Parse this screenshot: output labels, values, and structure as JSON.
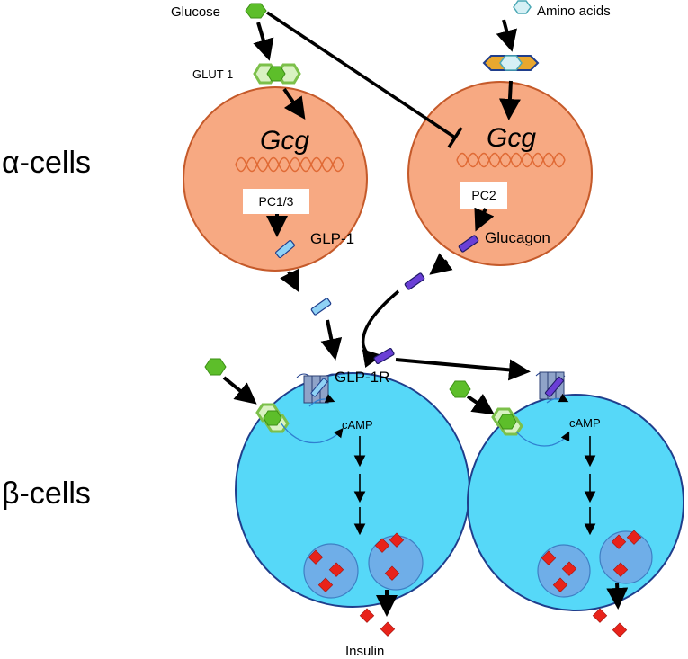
{
  "row_labels": {
    "alpha": "α-cells",
    "beta": "β-cells"
  },
  "inputs": {
    "glucose": "Glucose",
    "amino_acids": "Amino acids",
    "glut1": "GLUT 1"
  },
  "alpha_left": {
    "gene": "Gcg",
    "enzyme": "PC1/3",
    "product": "GLP-1"
  },
  "alpha_right": {
    "gene": "Gcg",
    "enzyme": "PC2",
    "product": "Glucagon"
  },
  "beta_left": {
    "receptor": "GLP-1R",
    "messenger": "cAMP"
  },
  "beta_right": {
    "messenger": "cAMP"
  },
  "output": {
    "insulin": "Insulin"
  },
  "colors": {
    "alpha_cell_fill": "#F7A982",
    "alpha_cell_stroke": "#C55A2A",
    "beta_cell_fill": "#56D8F8",
    "beta_cell_stroke": "#1F3E8C",
    "glucose": "#5DBE2A",
    "glp1": "#8FD2F5",
    "glucagon": "#6A3FD6",
    "insulin": "#E8231A",
    "granule": "#6FAEE8"
  }
}
